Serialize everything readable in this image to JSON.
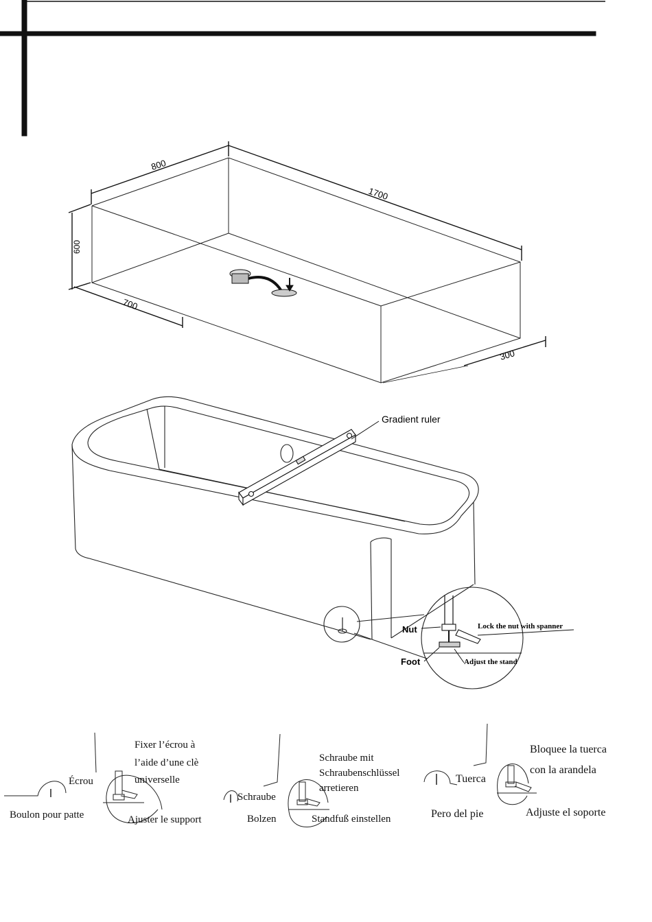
{
  "dimensions": {
    "width_mm": "800",
    "length_mm": "1700",
    "height_mm": "600",
    "drain_offset_x_mm": "700",
    "drain_offset_y_mm": "300"
  },
  "install": {
    "gradient_ruler": "Gradient ruler",
    "nut": "Nut",
    "foot": "Foot",
    "lock_nut": "Lock the nut with spanner",
    "adjust_stand": "Adjust the stand"
  },
  "fr": {
    "nut": "Écrou",
    "bolt": "Boulon pour patte",
    "lock_line1": "Fixer l’écrou à",
    "lock_line2": "l’aide d’une clè",
    "lock_line3": "universelle",
    "adjust": "Ajuster le support"
  },
  "de": {
    "nut": "Schraube",
    "bolt": "Bolzen",
    "lock_line1": "Schraube mit",
    "lock_line2": "Schraubenschlüssel",
    "lock_line3": "arretieren",
    "adjust": "Standfuß einstellen"
  },
  "es": {
    "nut": "Tuerca",
    "bolt": "Pero del pie",
    "lock_line1": "Bloquee la tuerca",
    "lock_line2": "con la arandela",
    "adjust": "Adjuste el soporte"
  },
  "colors": {
    "line": "#1a1a1a",
    "background": "#ffffff"
  }
}
